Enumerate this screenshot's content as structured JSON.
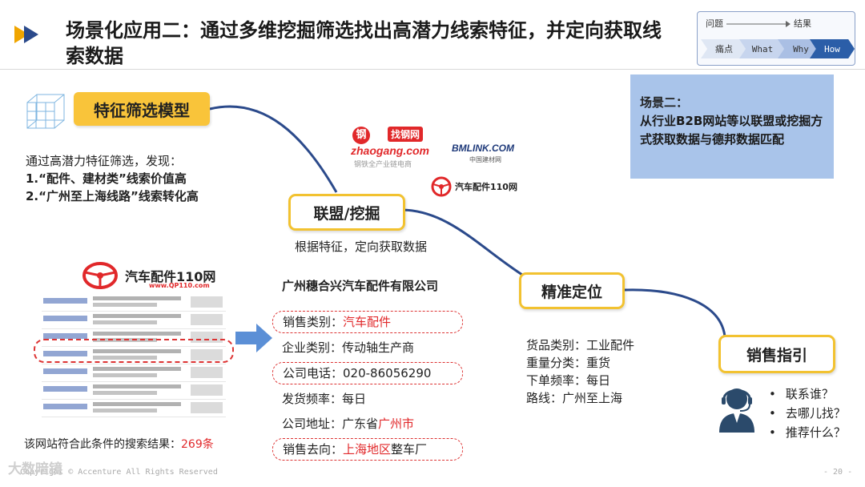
{
  "header": {
    "title": "场景化应用二：通过多维挖掘筛选找出高潜力线索特征，并定向获取线索数据"
  },
  "nav": {
    "top_left": "问题",
    "top_right": "结果",
    "steps": [
      "痛点",
      "What",
      "Why",
      "How"
    ],
    "active_step": "How"
  },
  "scene_box": {
    "title": "场景二：",
    "text": "从行业B2B网站等以联盟或挖掘方式获取数据与德邦数据匹配"
  },
  "model": {
    "label": "特征筛选模型",
    "intro": "通过高潜力特征筛选，发现：",
    "findings": [
      "1.“配件、建材类”线索价值高",
      "2.“广州至上海线路”线索转化高"
    ]
  },
  "logos": {
    "zhaogang": {
      "badge": "钢",
      "name": "找钢网",
      "domain": "zhaogang.com",
      "tagline": "钢铁全产业链电商"
    },
    "bmlink": {
      "name": "BMLINK.COM",
      "tagline": "中国建材网"
    },
    "qp110": {
      "name": "汽车配件110网"
    }
  },
  "alliance": {
    "label": "联盟/挖掘",
    "caption": "根据特征，定向获取数据"
  },
  "website": {
    "title": "汽车配件110网",
    "domain": "www.QP110.com"
  },
  "company": {
    "name": "广州穗合兴汽车配件有限公司",
    "fields": [
      {
        "label": "销售类别：",
        "value": "汽车配件",
        "value_red": true,
        "boxed": true
      },
      {
        "label": "企业类别：",
        "value": "传动轴生产商",
        "value_red": false,
        "boxed": false
      },
      {
        "label": "公司电话：",
        "value": "020-86056290",
        "value_red": false,
        "boxed": true
      },
      {
        "label": "发货频率：",
        "value": "每日",
        "value_red": false,
        "boxed": false
      },
      {
        "label": "公司地址：",
        "value": "广东省",
        "value2": "广州市",
        "boxed": false
      },
      {
        "label": "销售去向：",
        "value": "上海地区",
        "value3": "整车厂",
        "boxed": true
      }
    ]
  },
  "result": {
    "text": "该网站符合此条件的搜索结果：",
    "count": "269条"
  },
  "locate": {
    "label": "精准定位",
    "lines": [
      "货品类别：工业配件",
      "重量分类：重货",
      "下单频率：每日",
      "路线：广州至上海"
    ]
  },
  "guide": {
    "label": "销售指引",
    "bullets": [
      "联系谁？",
      "去哪儿找？",
      "推荐什么？"
    ]
  },
  "footer": {
    "copyright": "Copyright © Accenture All Rights Reserved",
    "page": "- 20 -",
    "watermark": "大数暗镜"
  },
  "colors": {
    "accent_yellow": "#f2c230",
    "accent_navy": "#2b4a8b",
    "highlight_red": "#e1282a",
    "scene_bg": "#a9c4ea"
  }
}
